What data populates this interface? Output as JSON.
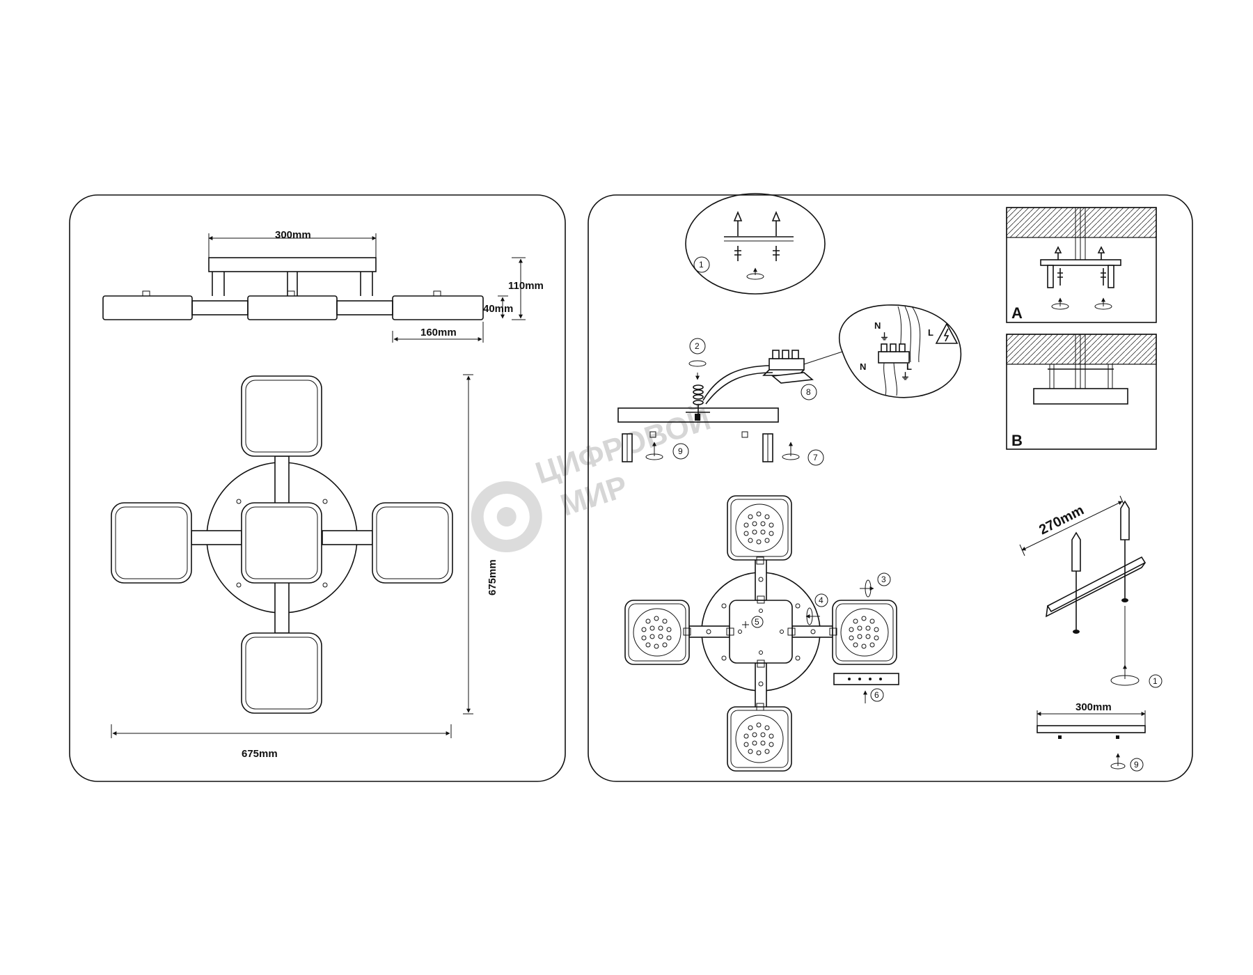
{
  "left_panel": {
    "side_view": {
      "dim_width": "300mm",
      "dim_height_total": "110mm",
      "dim_height_body": "40mm",
      "dim_module": "160mm"
    },
    "top_view": {
      "dim_vertical": "675mm",
      "dim_horizontal": "675mm"
    }
  },
  "right_panel": {
    "steps": [
      "1",
      "2",
      "3",
      "4",
      "5",
      "6",
      "7",
      "8",
      "9"
    ],
    "wiring": {
      "neutral": "N",
      "live": "L",
      "earth": "⏚"
    },
    "warning_icon": "high-voltage-icon",
    "mount_options": {
      "a": "A",
      "b": "B"
    },
    "dim_bracket_spacing": "270mm",
    "dim_plate_width": "300mm"
  },
  "watermark": {
    "line1": "ЦИФРОВОЙ",
    "line2": "МИР"
  }
}
